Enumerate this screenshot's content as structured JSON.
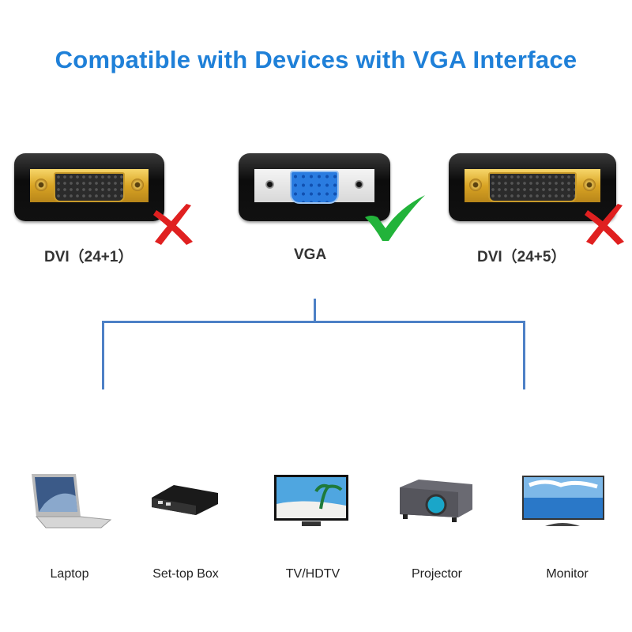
{
  "title": "Compatible with Devices with VGA Interface",
  "connectors": [
    {
      "label": "DVI（24+1）",
      "type": "dvi",
      "compatible": false,
      "mark_icon": "cross-icon"
    },
    {
      "label": "VGA",
      "type": "vga",
      "compatible": true,
      "mark_icon": "check-icon"
    },
    {
      "label": "DVI（24+5）",
      "type": "dvi",
      "compatible": false,
      "mark_icon": "cross-icon"
    }
  ],
  "devices": [
    {
      "label": "Laptop",
      "icon": "laptop-icon"
    },
    {
      "label": "Set-top Box",
      "icon": "set-top-box-icon"
    },
    {
      "label": "TV/HDTV",
      "icon": "tv-icon"
    },
    {
      "label": "Projector",
      "icon": "projector-icon"
    },
    {
      "label": "Monitor",
      "icon": "monitor-icon"
    }
  ],
  "colors": {
    "title": "#1f80d8",
    "lines": "#4d80c6",
    "check": "#22b33a",
    "cross": "#e02020"
  }
}
